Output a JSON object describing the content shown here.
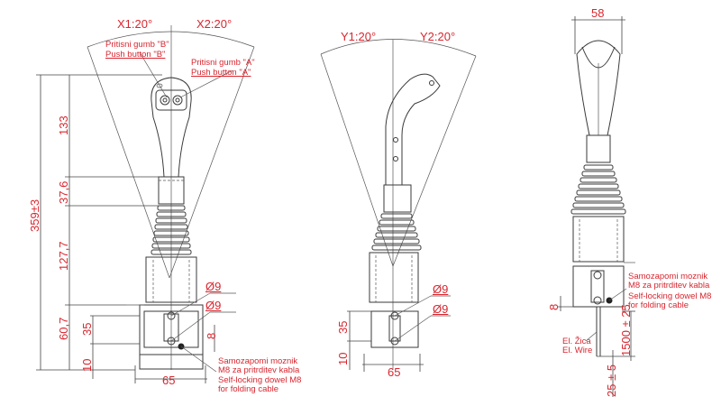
{
  "drawing": {
    "title": "Joystick dimensional drawing",
    "views": {
      "front": {
        "angles": {
          "x1": "X1:20°",
          "x2": "X2:20°"
        },
        "buttons": {
          "b_sl": "Pritisni gumb \"B\"",
          "b_en": "Push button \"B\"",
          "a_sl": "Pritisni gumb \"A\"",
          "a_en": "Push button \"A\""
        },
        "dims": {
          "total": "359±3",
          "d133": "133",
          "d37": "37,6",
          "d127": "127,7",
          "d60": "60,7",
          "d35": "35",
          "d10": "10",
          "d8": "8",
          "width": "65",
          "hole1": "Ø9",
          "hole2": "Ø9"
        },
        "dowel_note": {
          "sl1": "Samozapomi moznik",
          "sl2": "M8 za pritrditev kabla",
          "en1": "Self-locking dowel M8",
          "en2": "for folding cable"
        }
      },
      "side": {
        "angles": {
          "y1": "Y1:20°",
          "y2": "Y2:20°"
        },
        "dims": {
          "d35": "35",
          "d10": "10",
          "width": "65",
          "hole1": "Ø9",
          "hole2": "Ø9"
        }
      },
      "back": {
        "dims": {
          "top_width": "58",
          "d8": "8",
          "cable": "1500 ± 25",
          "strip": "25 ± 5"
        },
        "dowel_note": {
          "sl1": "Samozapomi moznik",
          "sl2": "M8 za pritrditev kabla",
          "en1": "Self-locking dowel M8",
          "en2": "for folding cable"
        },
        "wire_note": {
          "sl": "El. Žica",
          "en": "El. Wire"
        }
      }
    },
    "colors": {
      "annotation": "#d8262f",
      "line": "#3a3a3a"
    }
  }
}
